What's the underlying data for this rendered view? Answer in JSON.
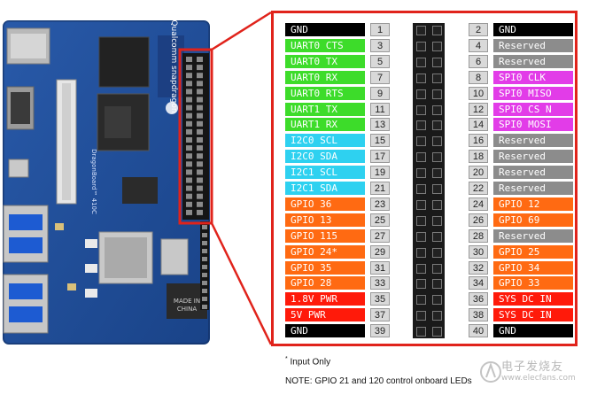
{
  "colors": {
    "ground": "#000000",
    "uart": "#3ddc2a",
    "i2c": "#2ed1f0",
    "gpio": "#ff6a12",
    "power": "#ff1a0a",
    "spi": "#e23ce8",
    "reserved": "#8c8c8c",
    "callout": "#e0231b"
  },
  "board": {
    "brand": "Qualcomm snapdragon",
    "model": "DragonBoard™ 410C"
  },
  "pins_left": [
    {
      "number": "1",
      "label": "GND",
      "type": "ground"
    },
    {
      "number": "3",
      "label": "UART0 CTS",
      "type": "uart"
    },
    {
      "number": "5",
      "label": "UART0 TX",
      "type": "uart"
    },
    {
      "number": "7",
      "label": "UART0 RX",
      "type": "uart"
    },
    {
      "number": "9",
      "label": "UART0 RTS",
      "type": "uart"
    },
    {
      "number": "11",
      "label": "UART1 TX",
      "type": "uart"
    },
    {
      "number": "13",
      "label": "UART1 RX",
      "type": "uart"
    },
    {
      "number": "15",
      "label": "I2C0 SCL",
      "type": "i2c"
    },
    {
      "number": "17",
      "label": "I2C0 SDA",
      "type": "i2c"
    },
    {
      "number": "19",
      "label": "I2C1 SCL",
      "type": "i2c"
    },
    {
      "number": "21",
      "label": "I2C1 SDA",
      "type": "i2c"
    },
    {
      "number": "23",
      "label": "GPIO 36",
      "type": "gpio"
    },
    {
      "number": "25",
      "label": "GPIO 13",
      "type": "gpio"
    },
    {
      "number": "27",
      "label": "GPIO 115",
      "type": "gpio"
    },
    {
      "number": "29",
      "label": "GPIO 24*",
      "type": "gpio"
    },
    {
      "number": "31",
      "label": "GPIO 35",
      "type": "gpio"
    },
    {
      "number": "33",
      "label": "GPIO 28",
      "type": "gpio"
    },
    {
      "number": "35",
      "label": "1.8V PWR",
      "type": "power"
    },
    {
      "number": "37",
      "label": "5V PWR",
      "type": "power"
    },
    {
      "number": "39",
      "label": "GND",
      "type": "ground"
    }
  ],
  "pins_right": [
    {
      "number": "2",
      "label": "GND",
      "type": "ground"
    },
    {
      "number": "4",
      "label": "Reserved",
      "type": "reserved"
    },
    {
      "number": "6",
      "label": "Reserved",
      "type": "reserved"
    },
    {
      "number": "8",
      "label": "SPI0 CLK",
      "type": "spi"
    },
    {
      "number": "10",
      "label": "SPI0 MISO",
      "type": "spi"
    },
    {
      "number": "12",
      "label": "SPI0 CS N",
      "type": "spi"
    },
    {
      "number": "14",
      "label": "SPI0 MOSI",
      "type": "spi"
    },
    {
      "number": "16",
      "label": "Reserved",
      "type": "reserved"
    },
    {
      "number": "18",
      "label": "Reserved",
      "type": "reserved"
    },
    {
      "number": "20",
      "label": "Reserved",
      "type": "reserved"
    },
    {
      "number": "22",
      "label": "Reserved",
      "type": "reserved"
    },
    {
      "number": "24",
      "label": "GPIO 12",
      "type": "gpio"
    },
    {
      "number": "26",
      "label": "GPIO 69",
      "type": "gpio"
    },
    {
      "number": "28",
      "label": "Reserved",
      "type": "reserved"
    },
    {
      "number": "30",
      "label": "GPIO 25",
      "type": "gpio"
    },
    {
      "number": "32",
      "label": "GPIO 34",
      "type": "gpio"
    },
    {
      "number": "34",
      "label": "GPIO 33",
      "type": "gpio"
    },
    {
      "number": "36",
      "label": "SYS DC IN",
      "type": "power"
    },
    {
      "number": "38",
      "label": "SYS DC IN",
      "type": "power"
    },
    {
      "number": "40",
      "label": "GND",
      "type": "ground"
    }
  ],
  "footnote": {
    "marker": "*",
    "text": " Input Only"
  },
  "note": "NOTE:  GPIO 21 and 120 control onboard LEDs",
  "watermark": {
    "text": "电子发烧友",
    "url": "www.elecfans.com"
  }
}
